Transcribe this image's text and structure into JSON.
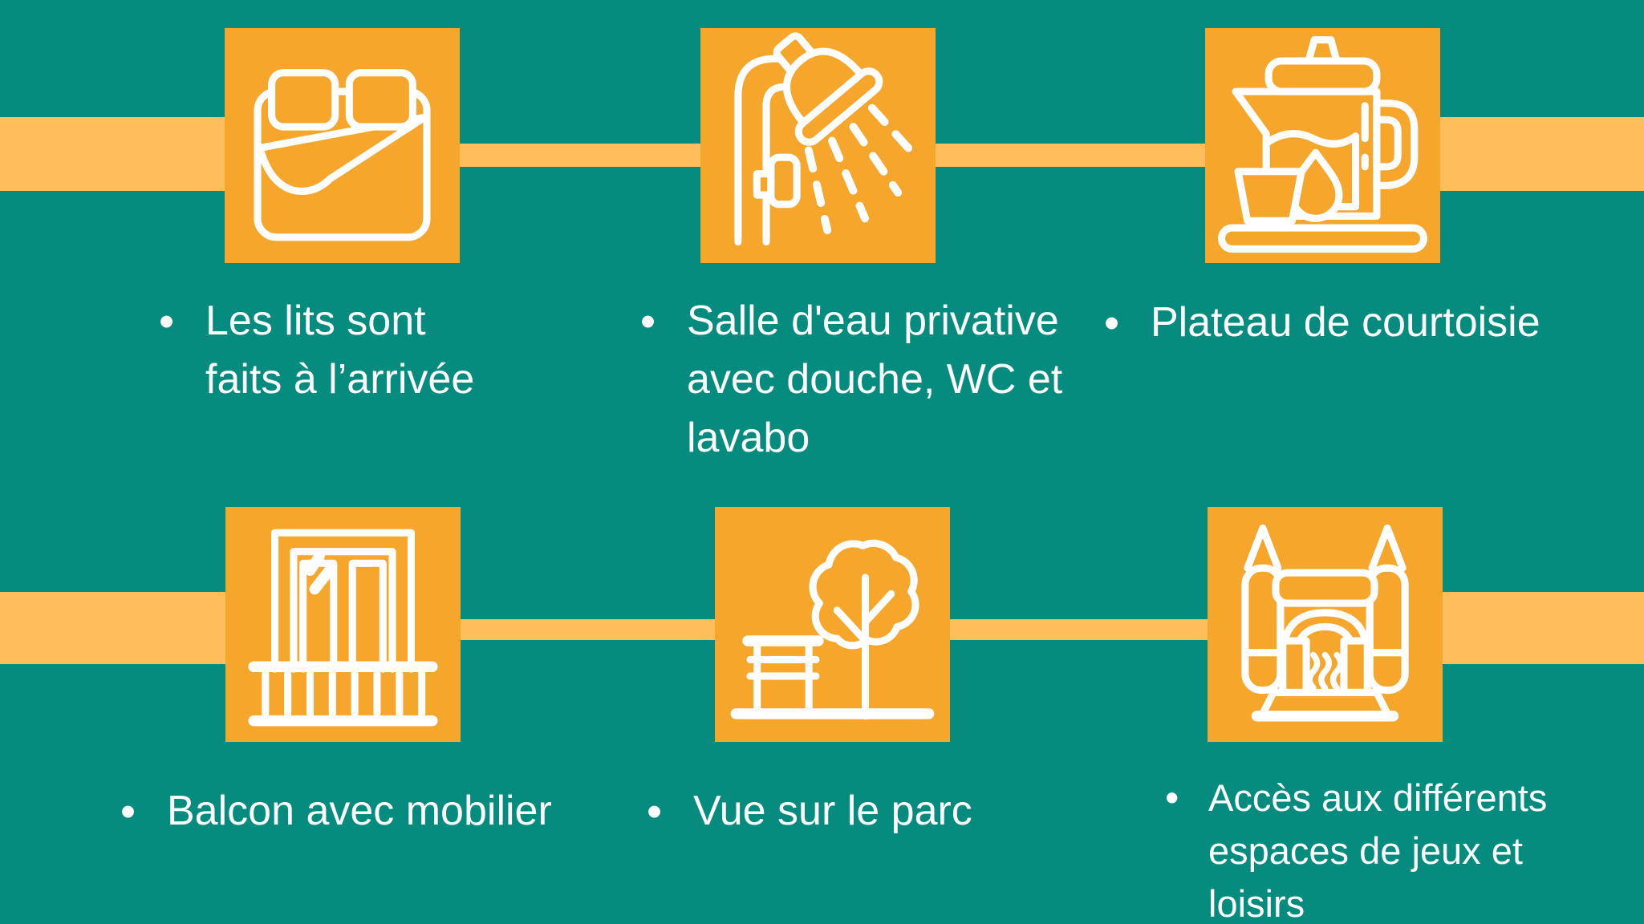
{
  "colors": {
    "background": "#058C7E",
    "tile": "#F6A62B",
    "band": "#FDBE5B",
    "text": "#FFFFFF",
    "stroke": "#FFFFFF"
  },
  "bullet": "•",
  "items": [
    {
      "icon": "bed-icon",
      "text": "Les lits sont\nfaits à l’arrivée"
    },
    {
      "icon": "shower-icon",
      "text": "Salle d'eau privative\navec douche, WC et\nlavabo"
    },
    {
      "icon": "courtesy-tray-icon",
      "text": "Plateau de courtoisie"
    },
    {
      "icon": "balcony-icon",
      "text": "Balcon avec mobilier"
    },
    {
      "icon": "park-view-icon",
      "text": "Vue sur le parc"
    },
    {
      "icon": "bouncy-castle-icon",
      "text": "Accès aux différents\nespaces de jeux et\nloisirs"
    }
  ]
}
